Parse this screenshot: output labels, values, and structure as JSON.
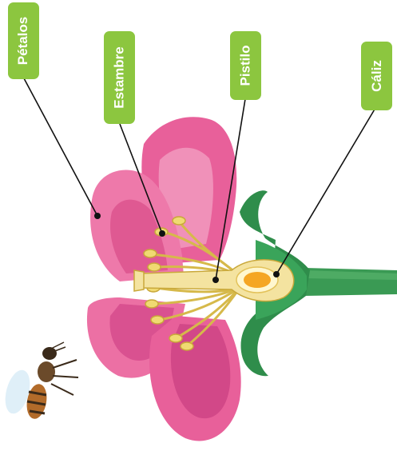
{
  "labels": {
    "petals": "Pétalos",
    "stamen": "Estambre",
    "pistil": "Pistilo",
    "calyx": "Cáliz"
  },
  "colors": {
    "label_bg": "#8cc63f",
    "label_text": "#ffffff",
    "petal": "#e8609a",
    "petal_light": "#f3a6c6",
    "stem": "#3a9a54",
    "pistil": "#f4e3a0",
    "ovary": "#f5a623",
    "leader_line": "#111111"
  },
  "icons": {
    "insect": "bee-icon"
  }
}
